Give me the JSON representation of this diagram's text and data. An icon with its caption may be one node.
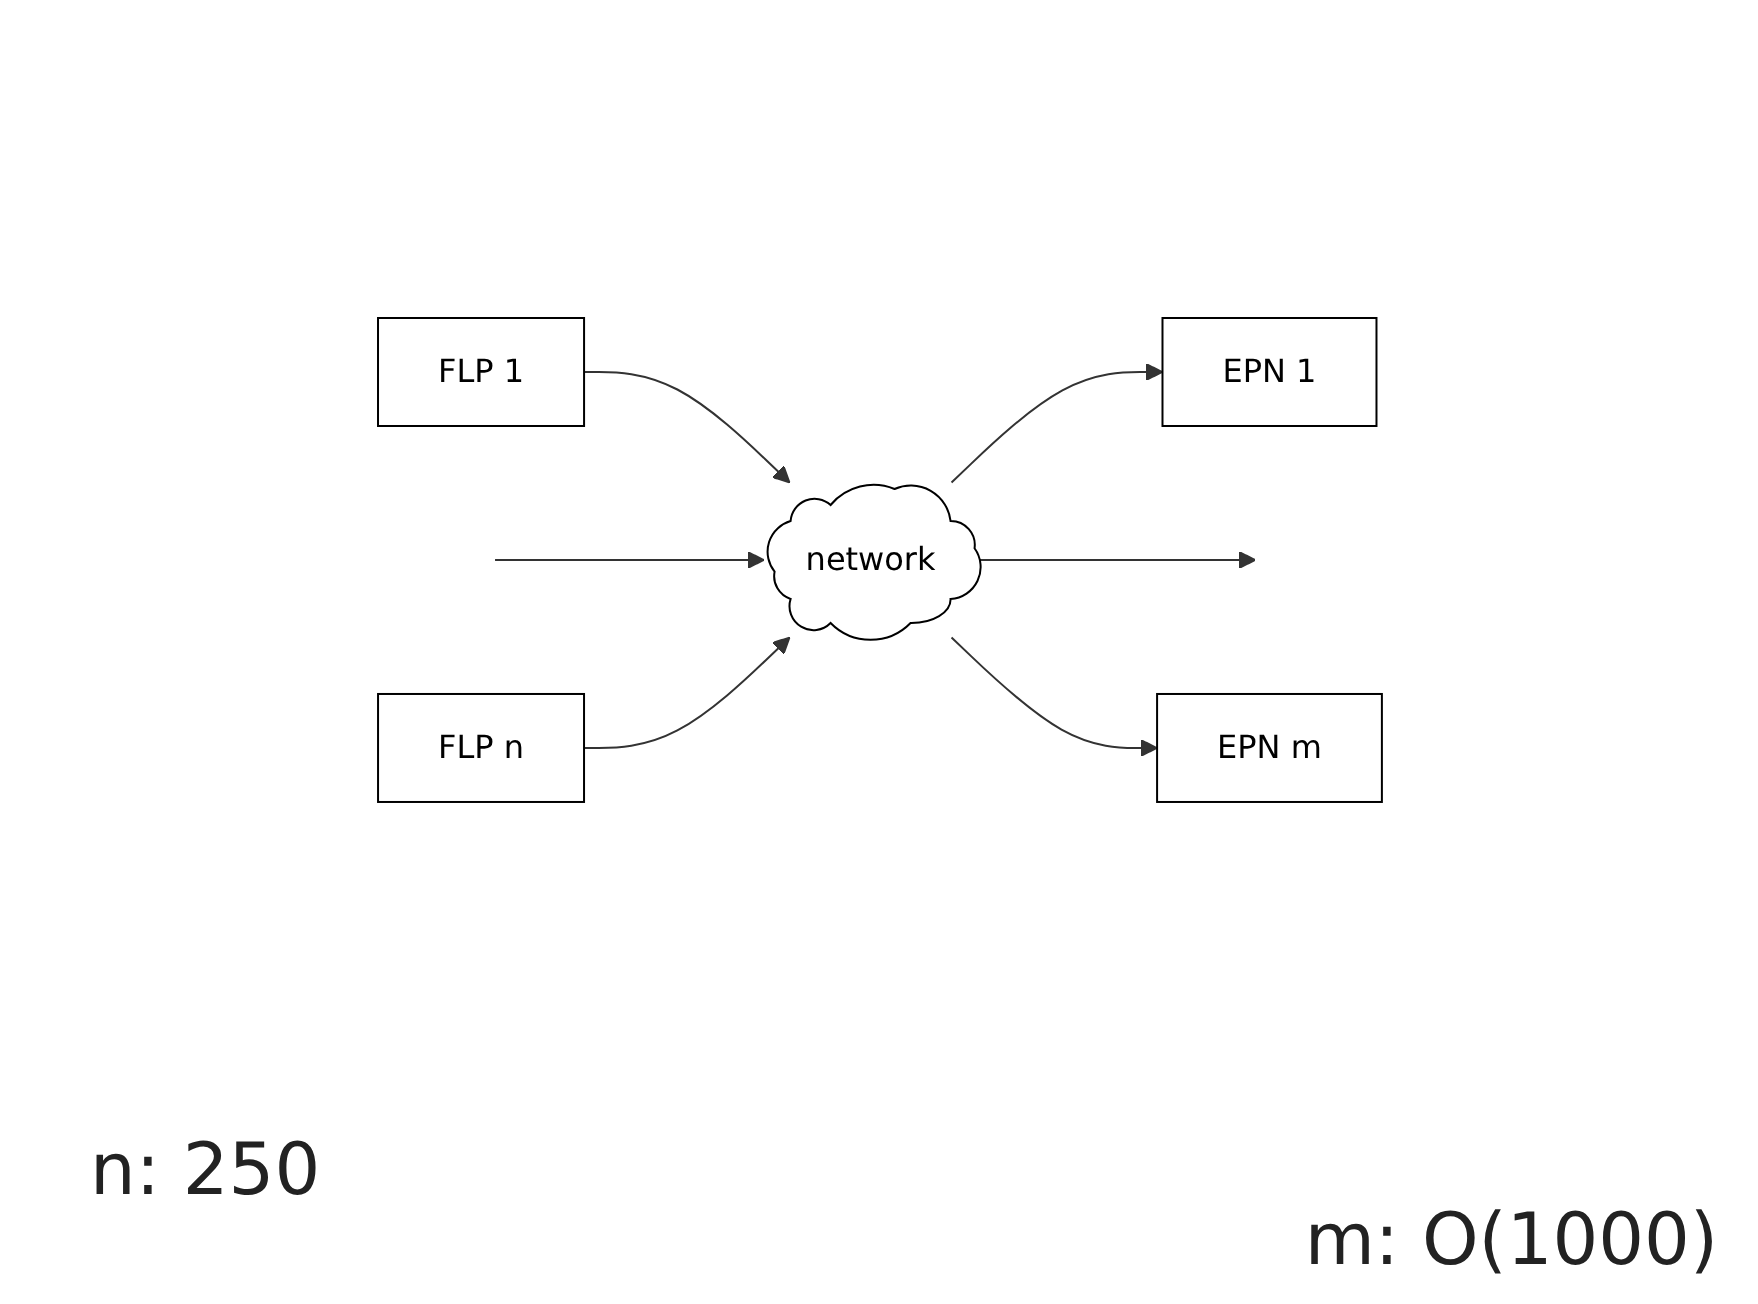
{
  "diagram": {
    "nodes": [
      {
        "text": [
          "FLP 1"
        ]
      },
      {
        "text": [
          "FLP n"
        ]
      },
      {
        "text": [
          "network"
        ]
      },
      {
        "text": [
          "EPN 1"
        ]
      },
      {
        "text": [
          "EPN m"
        ]
      }
    ],
    "edges": [
      {
        "from": 0,
        "to": 2,
        "arrow": "to"
      },
      {
        "from": null,
        "to": 2,
        "arrow": "to"
      },
      {
        "from": 1,
        "to": 2,
        "arrow": "to"
      },
      {
        "from": 2,
        "to": 3,
        "arrow": "to"
      },
      {
        "from": 2,
        "to": null,
        "arrow": "to"
      },
      {
        "from": 2,
        "to": 4,
        "arrow": "to"
      }
    ],
    "labels": [
      "n: 250",
      "m: O(1000)"
    ]
  }
}
